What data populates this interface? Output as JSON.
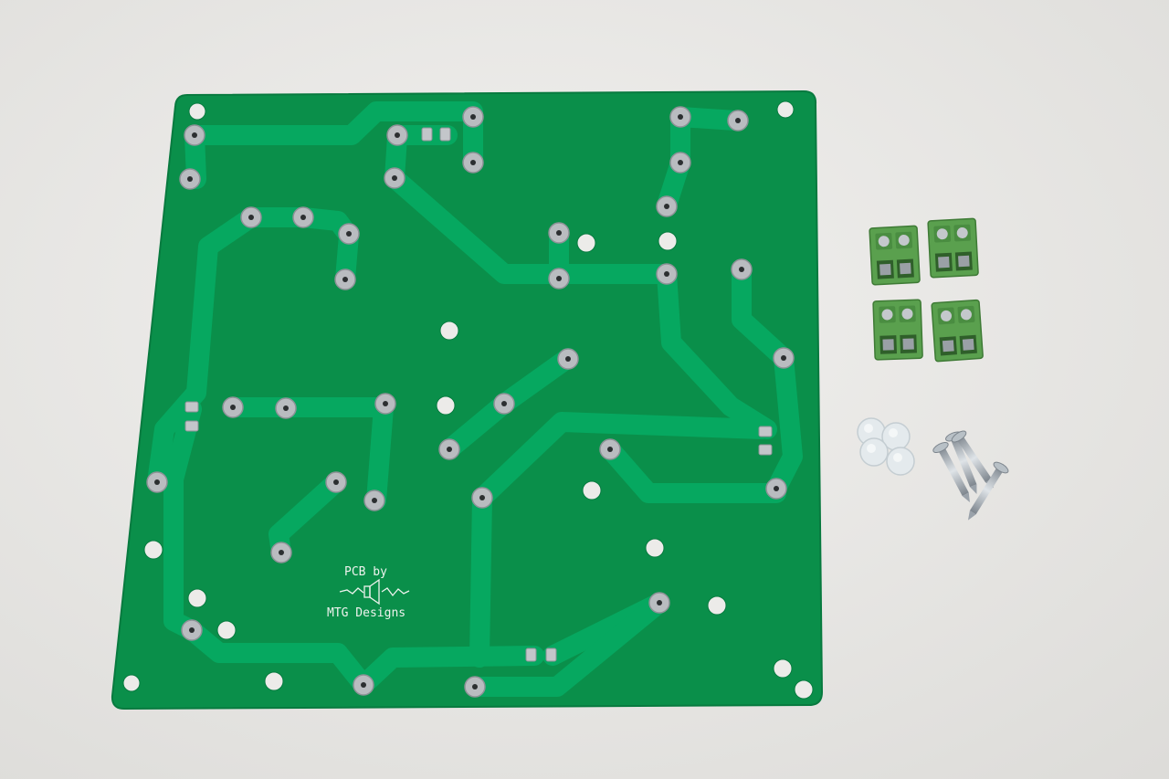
{
  "photo": {
    "subject": "Bare green speaker crossover PCB with terminal blocks, plastic standoffs and screws",
    "colors": {
      "background": "#e9e8e6",
      "board": "#0a8f4a",
      "trace": "#06a860",
      "pad": "#b9bcc0",
      "terminal_block": "#5aa04e",
      "standoff": "#e4ebee",
      "screw": "#a9b1b8"
    }
  },
  "silkscreen": {
    "line1": "PCB by",
    "line2": "MTG Designs",
    "logo_icon": "speaker-waveform-icon"
  },
  "parts": {
    "terminal_blocks": 4,
    "standoffs": 4,
    "screws": 4
  }
}
